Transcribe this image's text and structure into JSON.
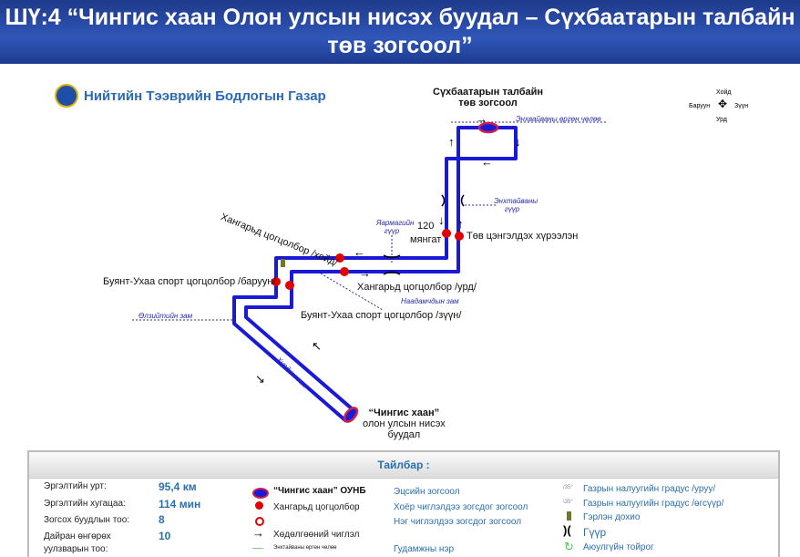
{
  "title": "ШҮ:4 “Чингис хаан Олон улсын нисэх буудал – Сүхбаатарын талбайн төв зогсоол”",
  "logo_text": "Нийтийн Тээврийн Бодлогын Газар",
  "compass": {
    "north": "Хойд",
    "south": "Урд",
    "west": "Баруун",
    "east": "Зүүн"
  },
  "map": {
    "terminal_top": [
      "Сүхбаатарын талбайн",
      "төв зогсоол"
    ],
    "terminal_bottom": [
      "“Чингис хаан”",
      "олон улсын нисэх",
      "буудал"
    ],
    "stops": [
      "120",
      "мянгат",
      "Төв цэнгэлдэх хүрээлэн",
      "Хангарьд цогцолбор /хойд/",
      "Хангарьд цогцолбор /урд/",
      "Буянт-Ухаа спорт цогцолбор /баруун/",
      "Буянт-Ухаа спорт цогцолбор /зүүн/"
    ],
    "streets": [
      "Энхвайваны өргөн чөлөө",
      "Энхтайваны гүүр",
      "Яармагийн гүүр",
      "Өлзийтийн зам",
      "Наадамчдын зам",
      "Хурдны зам"
    ],
    "route_color": "#1a1ad6",
    "stop_color": "#e00000"
  },
  "legend": {
    "title": "Тайлбар :",
    "stats": [
      {
        "label": "Эргэлтийн урт:",
        "value": "95,4 км"
      },
      {
        "label": "Эргэлтийн хугацаа:",
        "value": "114 мин"
      },
      {
        "label": "Зогсох буудлын тоо:",
        "value": "8"
      },
      {
        "label": "Дайран өнгөрөх уулзварын тоо:",
        "value": "10"
      }
    ],
    "symbols": [
      "“Чингис хаан” ОУНБ",
      "Хангарьд цогцолбор",
      "",
      "Хөдөлгөөний чиглэл",
      "Энхтайваны өргөн чөлөө"
    ],
    "stop_types": [
      "Эцсийн зогсоол",
      "Хоёр чиглэлдээ зогсдог зогсоол",
      "Нэг чиглэлдээ зогсдог зогсоол",
      "Гудамжны нэр"
    ],
    "others": [
      "Газрын налуугийн градус /өгсүүр/",
      "Газрын налуугийн градус /уруу/",
      "Гэрлэн дохио",
      "Гүүр",
      "Аюулгүйн тойрог"
    ]
  }
}
